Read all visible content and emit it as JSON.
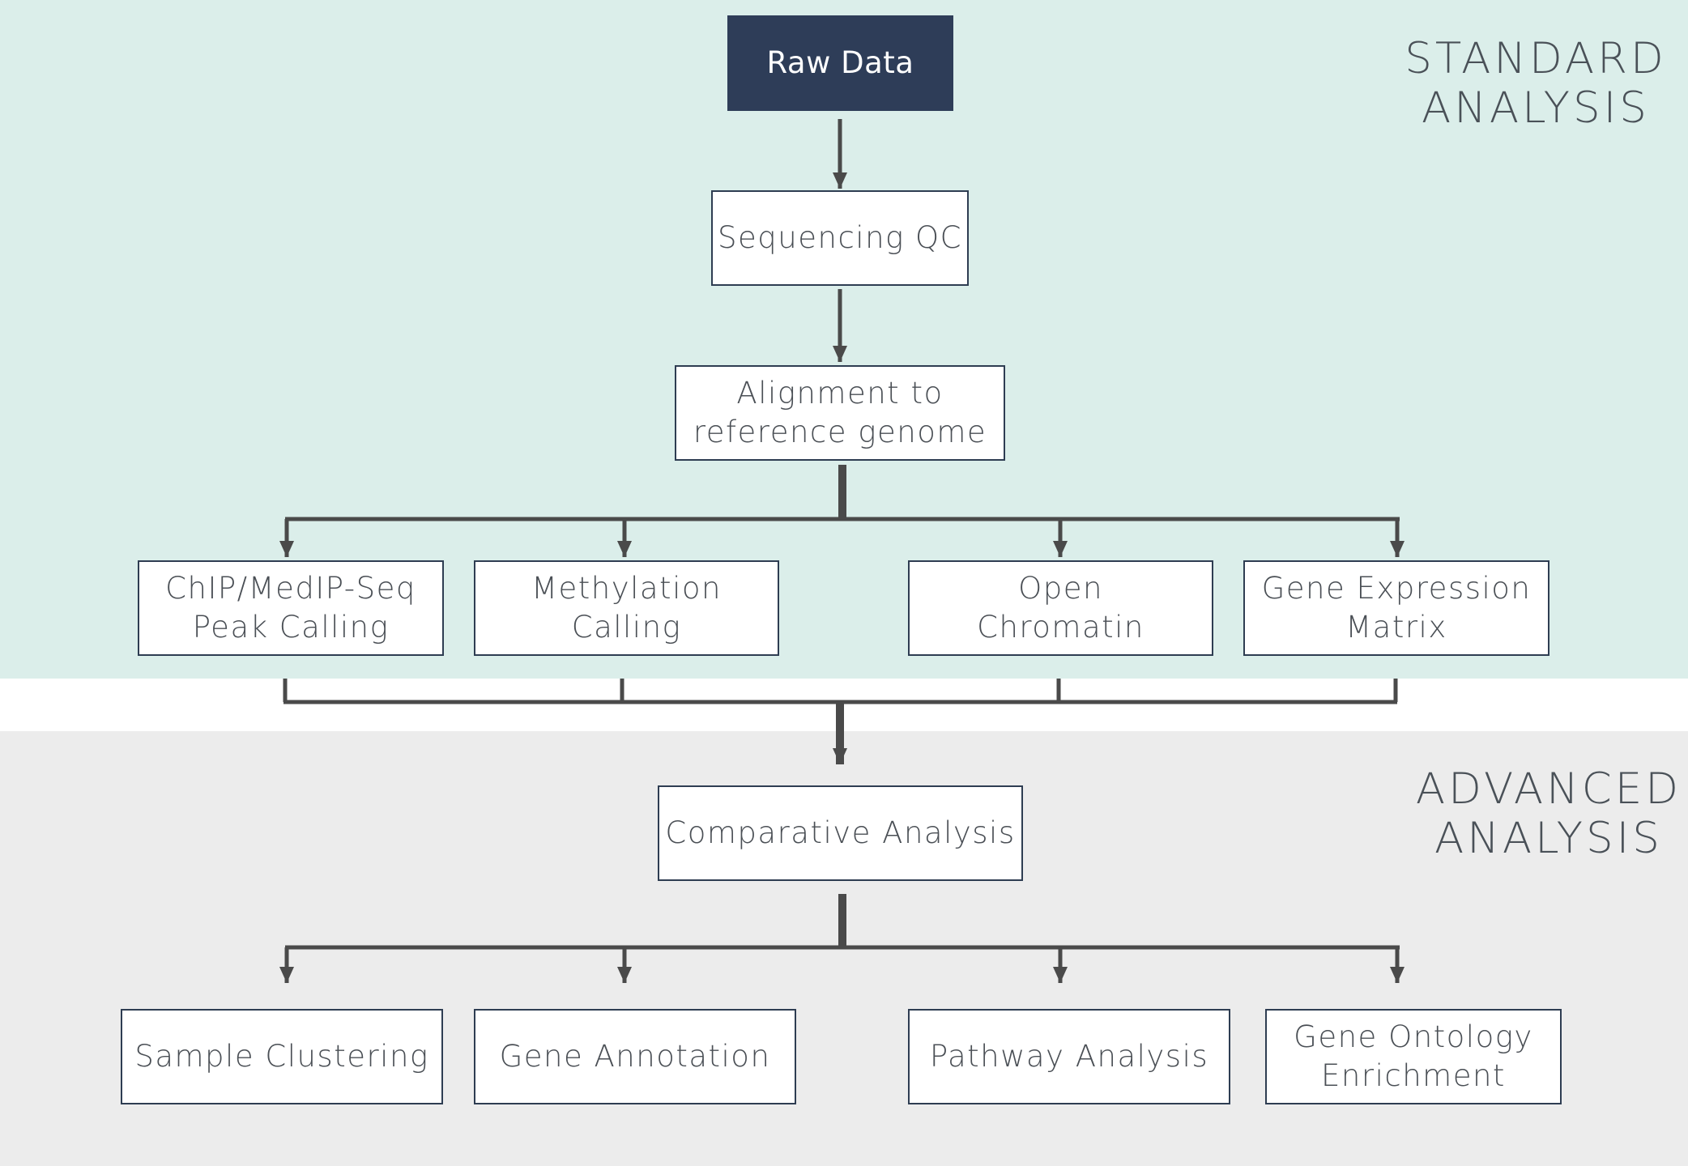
{
  "sections": {
    "standard": {
      "line1": "STANDARD",
      "line2": "ANALYSIS"
    },
    "advanced": {
      "line1": "ADVANCED",
      "line2": "ANALYSIS"
    }
  },
  "nodes": {
    "raw_data": "Raw Data",
    "sequencing_qc": "Sequencing QC",
    "alignment": "Alignment to\nreference genome",
    "chip_medip": "ChIP/MedIP-Seq\nPeak Calling",
    "methylation": "Methylation\nCalling",
    "open_chromatin": "Open\nChromatin",
    "gene_expression": "Gene Expression\nMatrix",
    "comparative": "Comparative Analysis",
    "sample_clustering": "Sample Clustering",
    "gene_annotation": "Gene Annotation",
    "pathway_analysis": "Pathway Analysis",
    "go_enrichment": "Gene Ontology\nEnrichment"
  },
  "colors": {
    "standard_band": "#dbeeea",
    "advanced_band": "#ececec",
    "dark_node": "#2e3d58",
    "node_border": "#2e3d52",
    "connector": "#4a4a4a"
  }
}
